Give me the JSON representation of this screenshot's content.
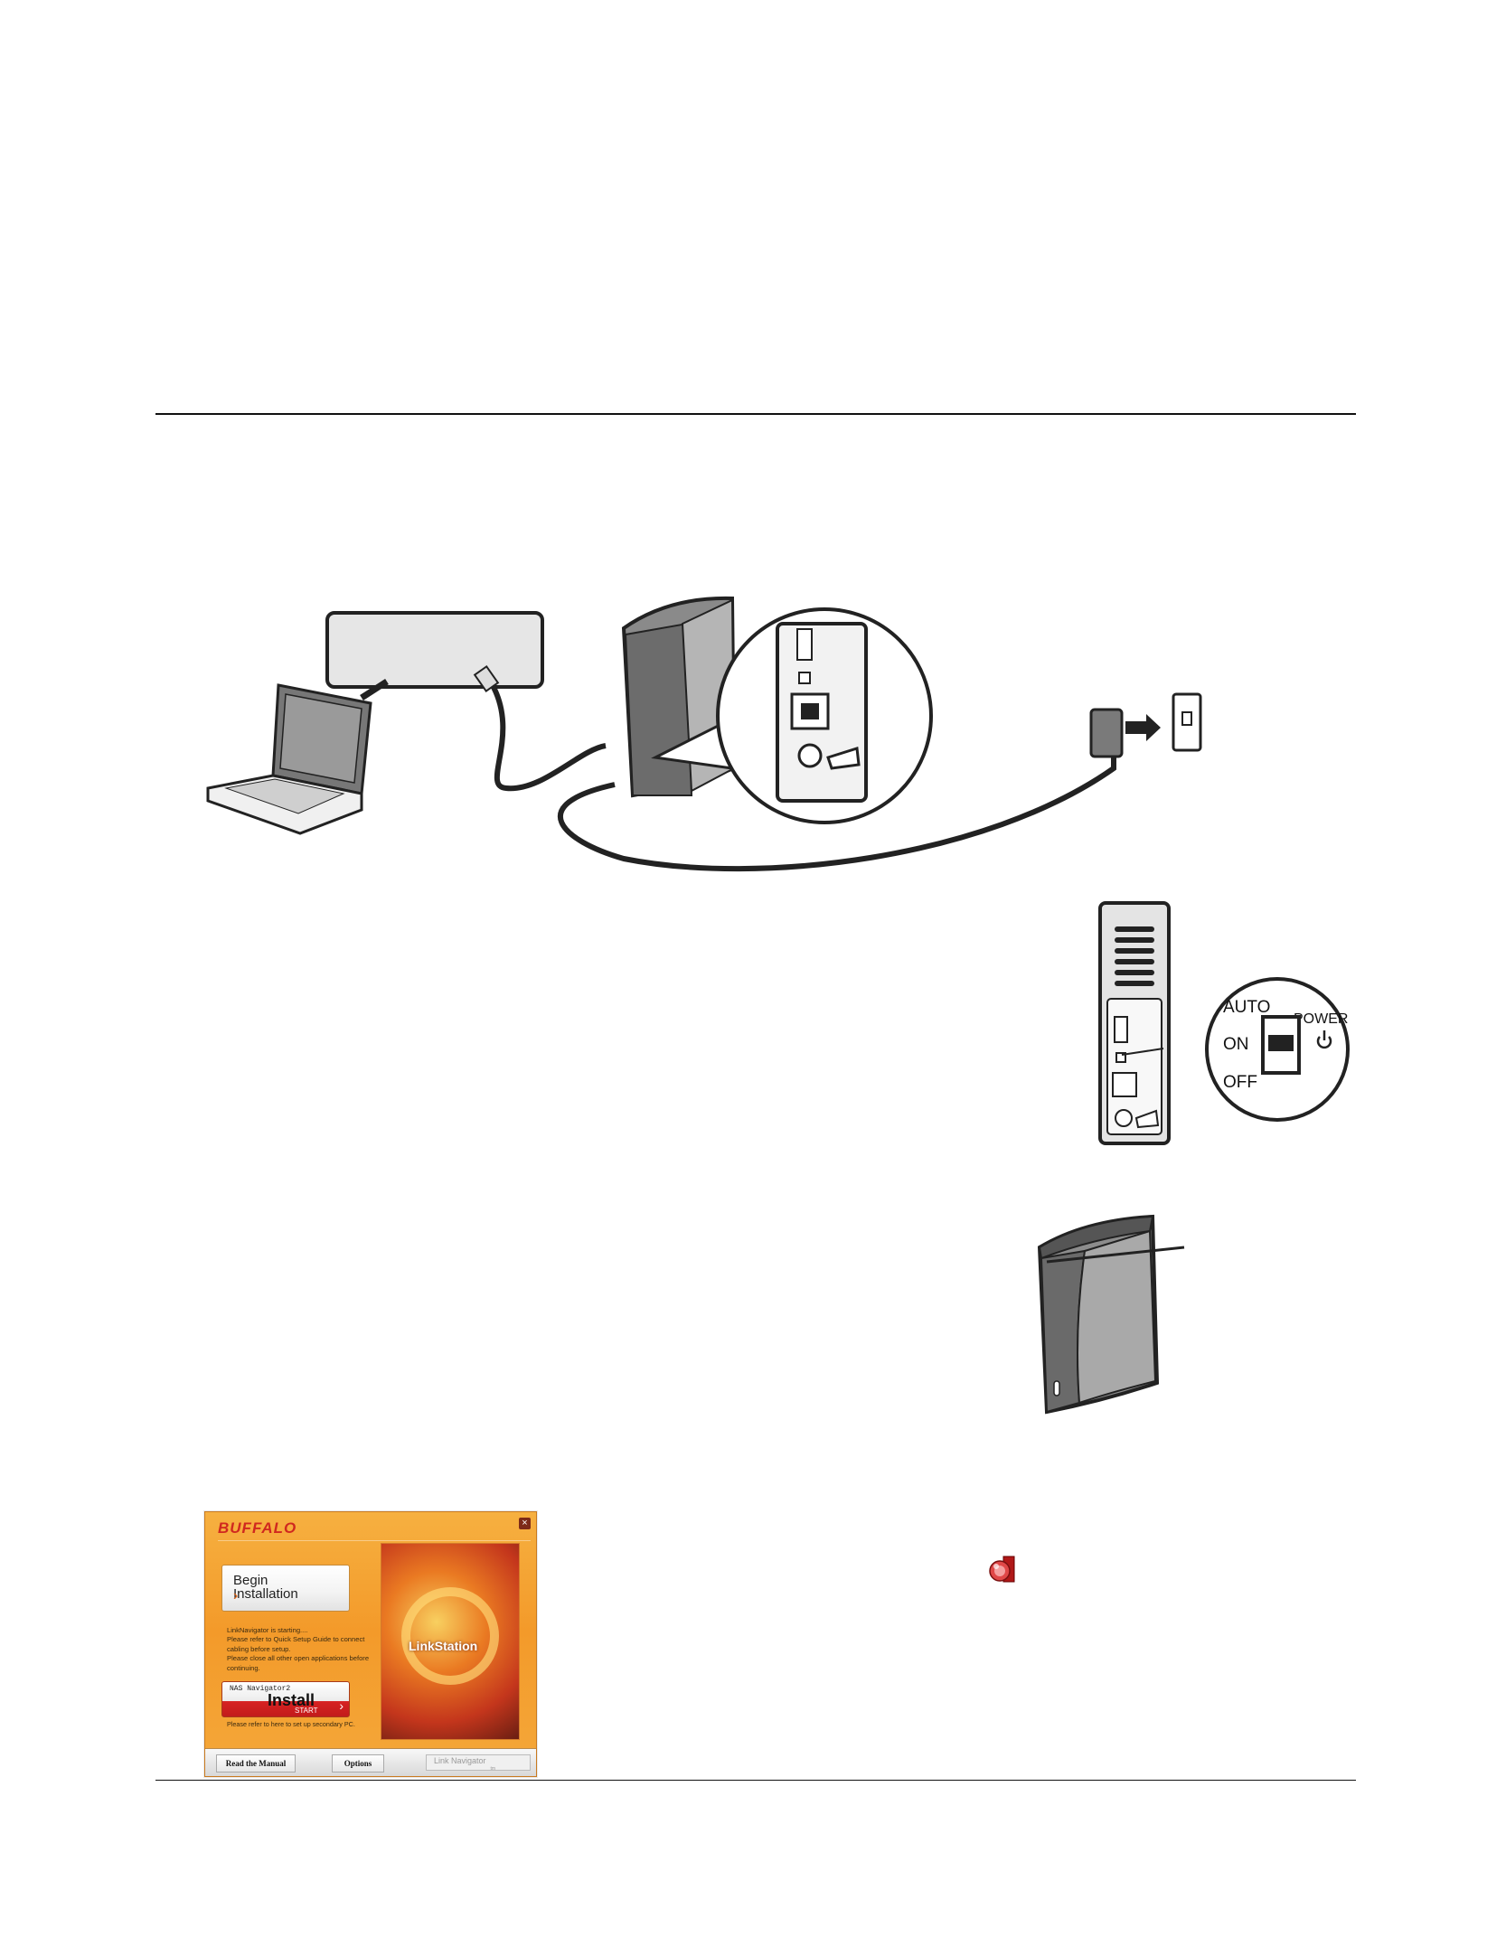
{
  "power_switch": {
    "auto_label": "AUTO",
    "on_label": "ON",
    "off_label": "OFF",
    "power_label": "POWER"
  },
  "installer": {
    "brand": "BUFFALO",
    "close_label": "×",
    "begin_line1": "Begin",
    "begin_line2": "Installation",
    "begin_arrow": "›",
    "message_lines": [
      "LinkNavigator is starting....",
      "Please refer to Quick Setup Guide to connect",
      "cabling before setup.",
      "Please close all other open applications before",
      "continuing."
    ],
    "nas_label": "NAS Navigator2",
    "install_label": "Install",
    "start_label": "START",
    "note": "Please refer to here to set up secondary PC.",
    "art_label": "LinkStation",
    "read_manual": "Read the Manual",
    "options": "Options",
    "link_navigator": "Link Navigator",
    "link_navigator_small": "tm"
  },
  "tray_icon": "nas-navigator-tray-icon"
}
